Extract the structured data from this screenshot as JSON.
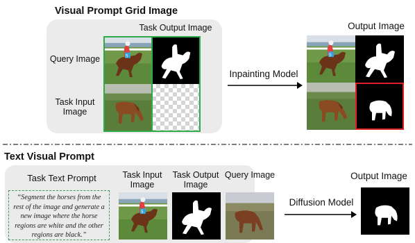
{
  "top": {
    "title": "Visual Prompt Grid Image",
    "task_output_label": "Task Output Image",
    "query_label": "Query Image",
    "task_input_label": "Task Input\nImage",
    "model_label": "Inpainting Model",
    "output_label": "Output Image"
  },
  "bottom": {
    "title": "Text Visual Prompt",
    "text_prompt_label": "Task Text Prompt",
    "prompt_text": "“Segment the horses from the rest of the image and generate a new image where the horse regions are white and the other regions are black.”",
    "task_input_label": "Task Input\nImage",
    "task_output_label": "Task Output\nImage",
    "query_label": "Query Image",
    "model_label": "Diffusion Model",
    "output_label": "Output Image"
  },
  "colors": {
    "panel": "#ebebeb",
    "grid_highlight": "#2eaa4a",
    "output_highlight": "#e02020",
    "text_box_border": "#3a9a58",
    "grass": "#4f7a35",
    "horse": "#8a4a22"
  },
  "icons": [
    "horse-photo",
    "horse-mask",
    "checkerboard-placeholder",
    "arrow-right-icon"
  ]
}
